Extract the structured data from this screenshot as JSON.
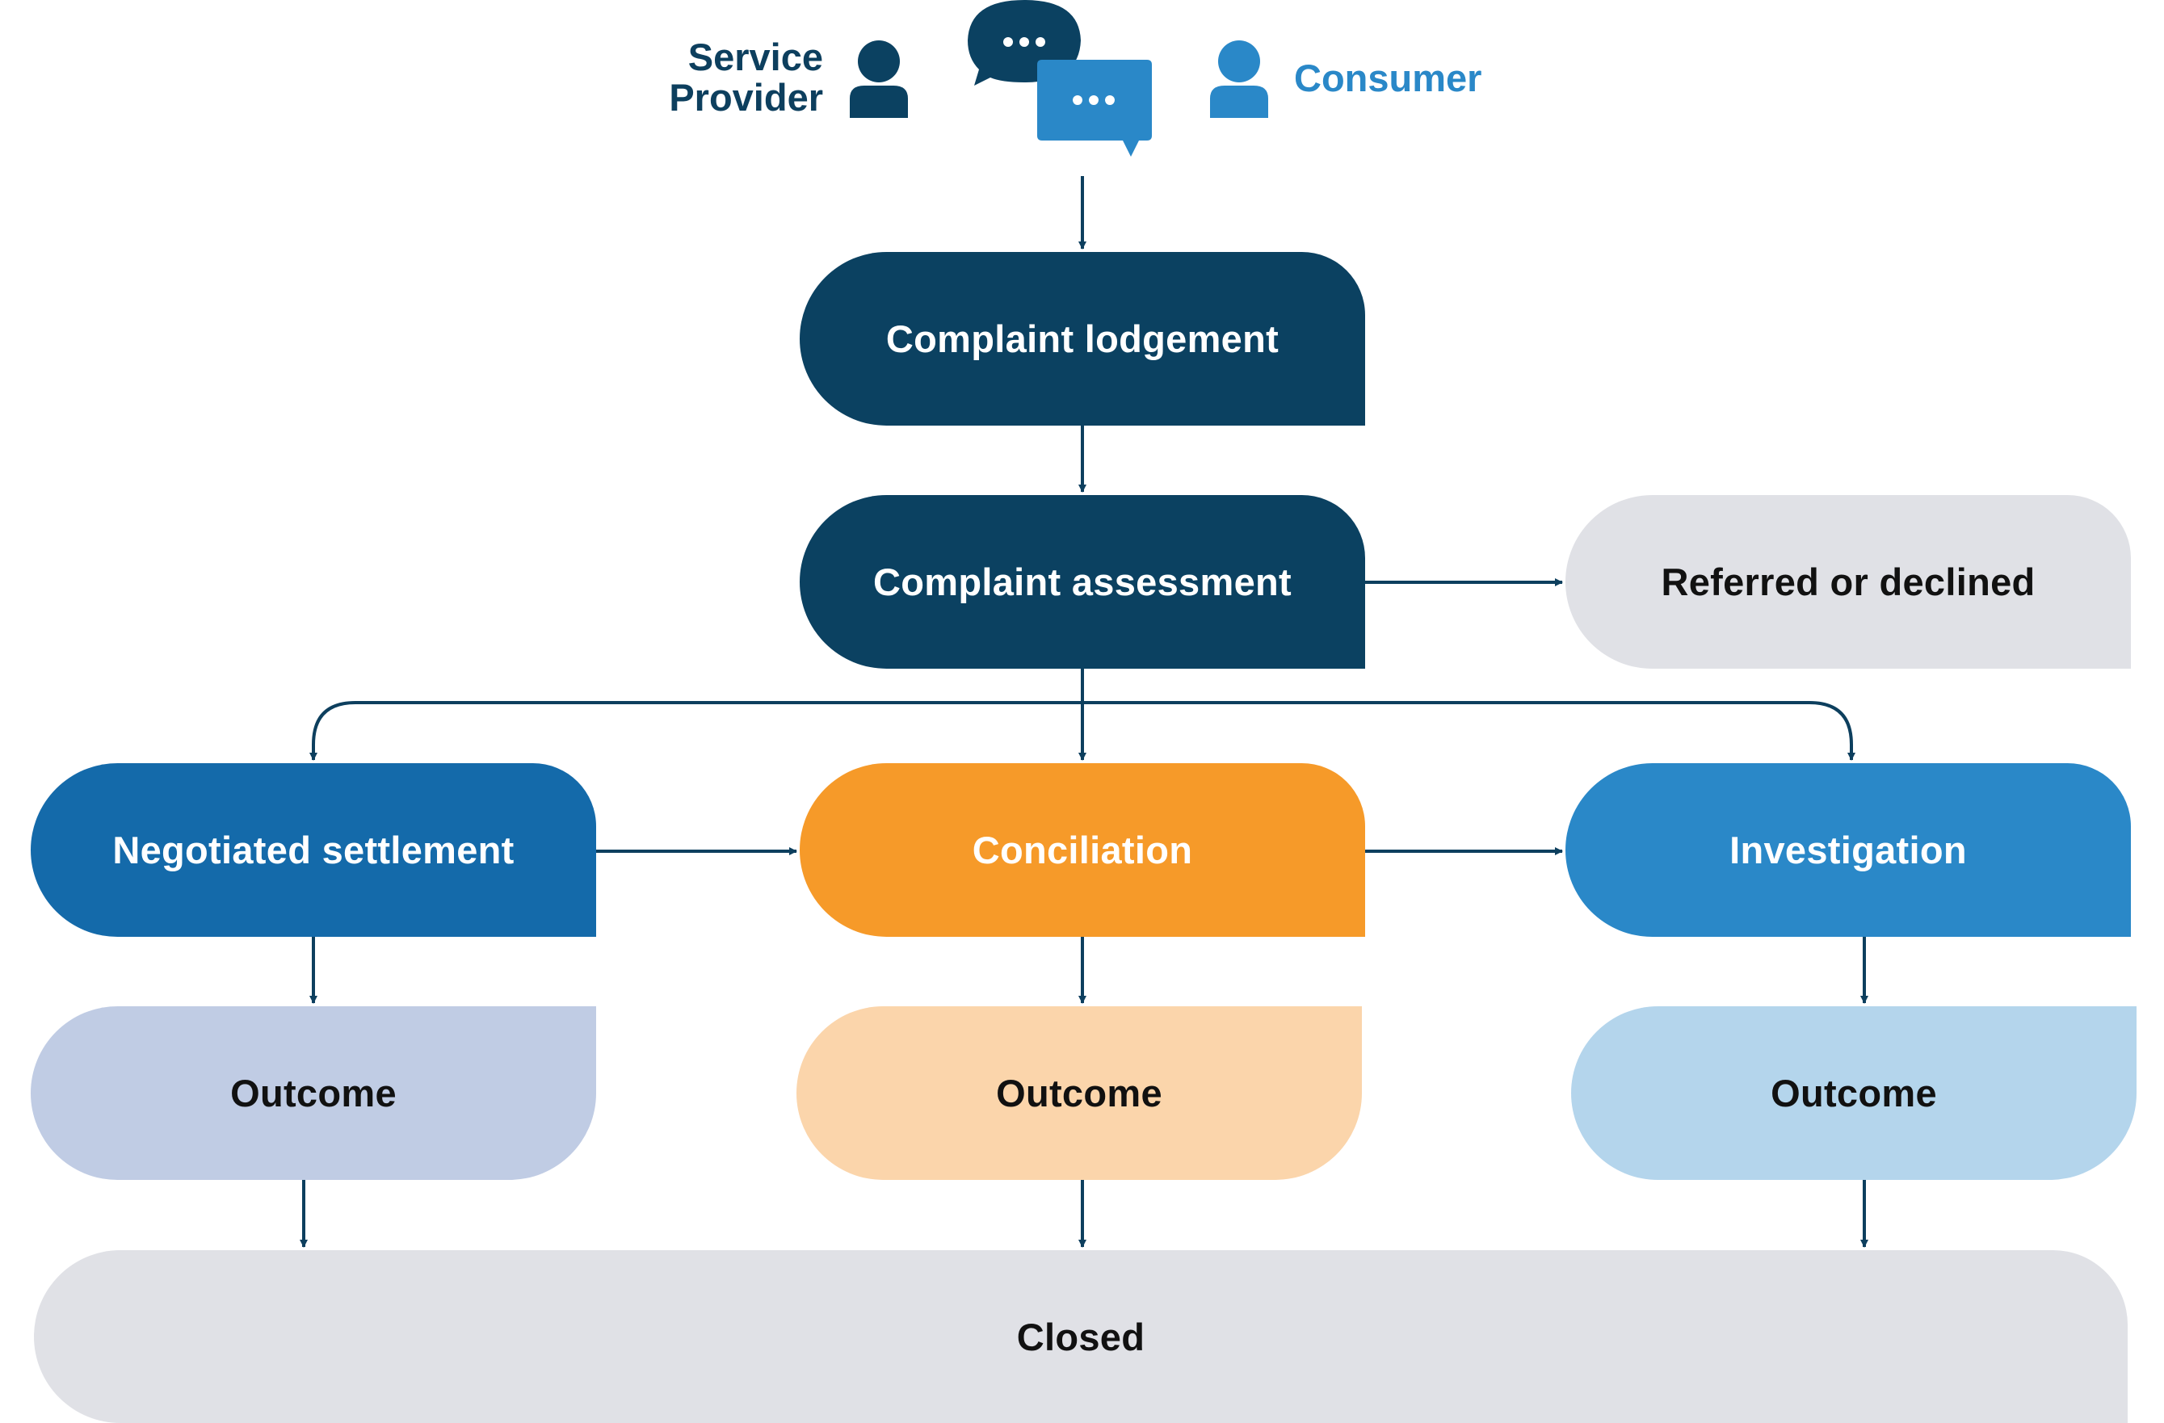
{
  "header": {
    "service_provider_label_line1": "Service",
    "service_provider_label_line2": "Provider",
    "consumer_label": "Consumer"
  },
  "nodes": {
    "lodgement": "Complaint lodgement",
    "assessment": "Complaint assessment",
    "referred": "Referred or declined",
    "negotiated": "Negotiated settlement",
    "conciliation": "Conciliation",
    "investigation": "Investigation",
    "outcome_1": "Outcome",
    "outcome_2": "Outcome",
    "outcome_3": "Outcome",
    "closed": "Closed"
  },
  "icons": {
    "provider": "person-icon",
    "consumer": "person-icon",
    "chat": "chat-bubbles-icon"
  },
  "colors": {
    "dark_navy": "#0b4161",
    "provider_text": "#0d3f5e",
    "consumer_blue": "#2a88c8",
    "negotiated_blue": "#146aaa",
    "conciliation_orange": "#f69a29",
    "investigation_blue": "#2a88c8",
    "outcome_lavender": "#c0cce4",
    "outcome_peach": "#fbd5ab",
    "outcome_light_blue": "#b4d5ec",
    "neutral_grey": "#e0e1e6",
    "connector": "#0d3f5e"
  }
}
